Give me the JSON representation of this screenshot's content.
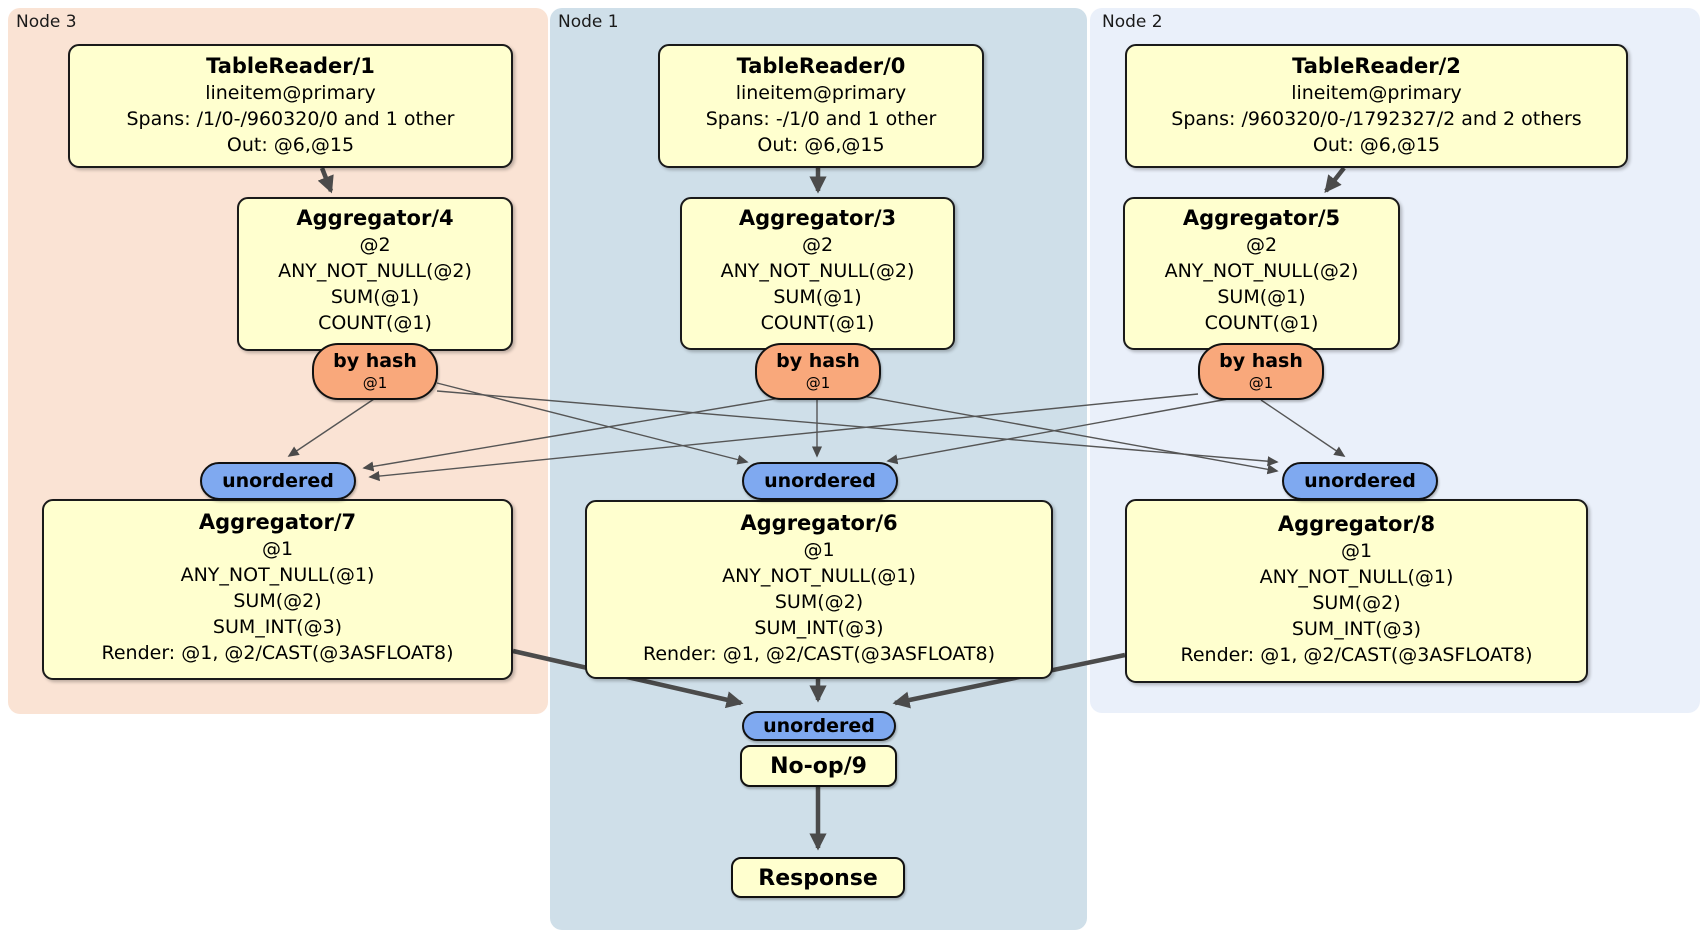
{
  "regions": [
    {
      "label": "Node 3"
    },
    {
      "label": "Node 1"
    },
    {
      "label": "Node 2"
    }
  ],
  "table_readers": [
    {
      "title": "TableReader/1",
      "index": "lineitem@primary",
      "spans": "Spans: /1/0-/960320/0 and 1 other",
      "out": "Out: @6,@15"
    },
    {
      "title": "TableReader/0",
      "index": "lineitem@primary",
      "spans": "Spans: -/1/0 and 1 other",
      "out": "Out: @6,@15"
    },
    {
      "title": "TableReader/2",
      "index": "lineitem@primary",
      "spans": "Spans: /960320/0-/1792327/2 and 2 others",
      "out": "Out: @6,@15"
    }
  ],
  "aggregators_mid": [
    {
      "title": "Aggregator/4"
    },
    {
      "title": "Aggregator/3"
    },
    {
      "title": "Aggregator/5"
    }
  ],
  "aggregators_mid_lines": [
    "@2",
    "ANY_NOT_NULL(@2)",
    "SUM(@1)",
    "COUNT(@1)"
  ],
  "aggregators_final": [
    {
      "title": "Aggregator/7"
    },
    {
      "title": "Aggregator/6"
    },
    {
      "title": "Aggregator/8"
    }
  ],
  "aggregators_final_lines": [
    "@1",
    "ANY_NOT_NULL(@1)",
    "SUM(@2)",
    "SUM_INT(@3)",
    "Render: @1, @2/CAST(@3ASFLOAT8)"
  ],
  "router": {
    "label": "by hash",
    "key": "@1"
  },
  "sync": {
    "label": "unordered"
  },
  "noop": {
    "title": "No-op/9"
  },
  "response": {
    "title": "Response"
  },
  "colors": {
    "node3_bg": "#FAE3D4",
    "node1_bg": "#CFDFE9",
    "node2_bg": "#EAF0FA",
    "processor_fill": "#FFFFCF",
    "router_fill": "#F9A87B",
    "sync_fill": "#7FA9F0",
    "edge": "#4B4B4B"
  }
}
